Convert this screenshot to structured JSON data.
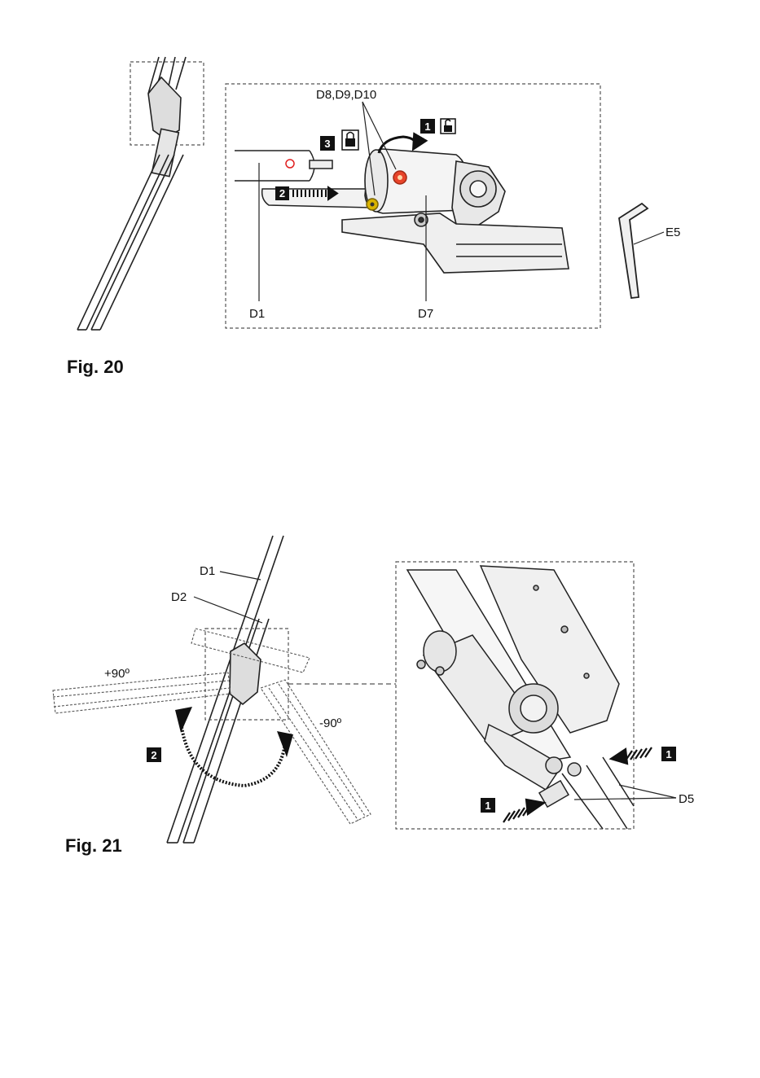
{
  "fig20": {
    "caption": "Fig. 20",
    "labels": {
      "d8_d9_d10": "D8,D9,D10",
      "d1": "D1",
      "d7": "D7",
      "e5": "E5"
    },
    "steps": [
      "1",
      "2",
      "3"
    ],
    "icons": [
      "unlock-icon",
      "lock-icon",
      "rotate-arrow-icon",
      "push-arrow-icon",
      "allen-key-icon"
    ]
  },
  "fig21": {
    "caption": "Fig. 21",
    "labels": {
      "d1": "D1",
      "d2": "D2",
      "d5": "D5",
      "plus90": "+90º",
      "minus90": "-90º"
    },
    "steps": [
      "2",
      "1",
      "1"
    ],
    "icons": [
      "rotate-arc-arrow-icon",
      "press-arrow-icon"
    ]
  },
  "colors": {
    "line": "#222222",
    "dashed": "#555555",
    "screw_red": "#e8442a",
    "screw_yellow": "#d9b300",
    "circle_red": "#e02020",
    "badge": "#111111"
  }
}
